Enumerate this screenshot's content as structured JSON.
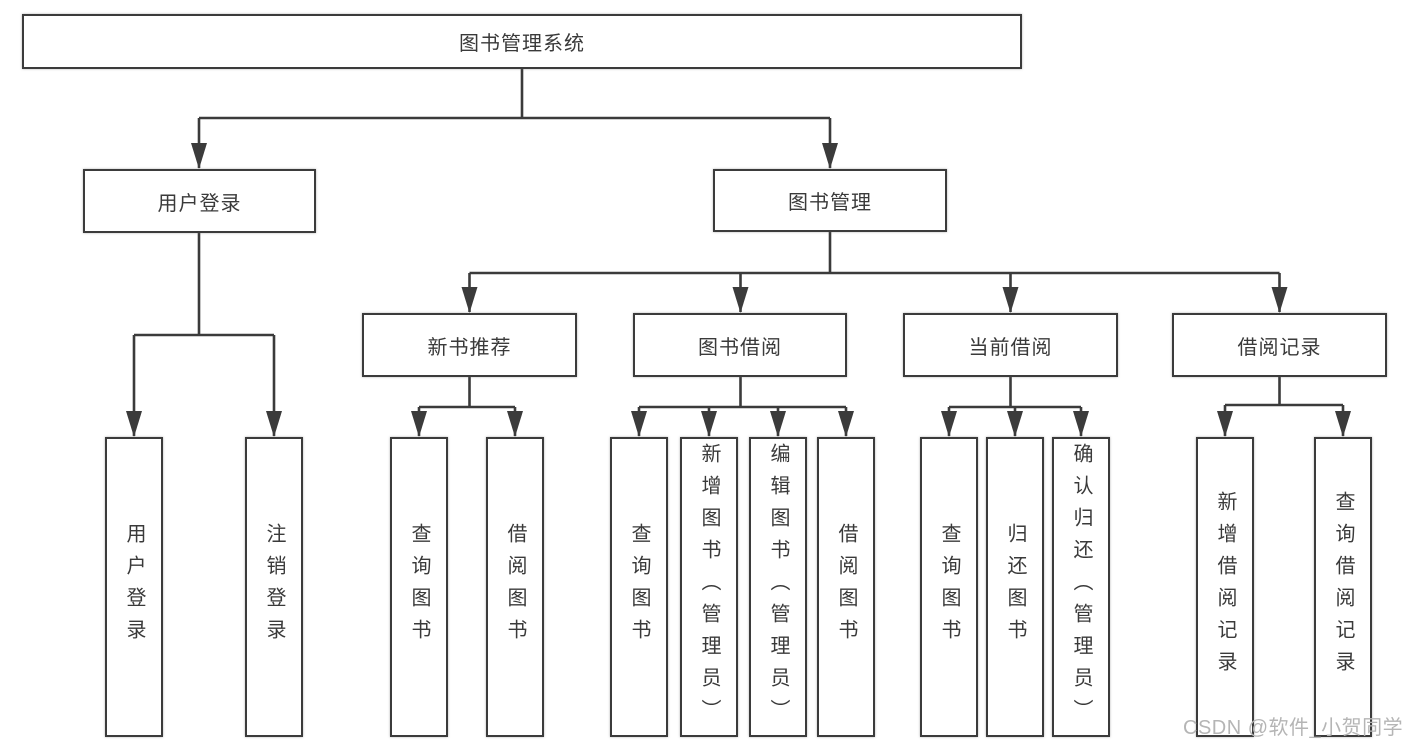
{
  "diagram": {
    "watermark": "CSDN @软件_小贺同学",
    "colors": {
      "border": "#3b3b3b",
      "text": "#3a3a3a",
      "line": "#3b3b3b",
      "watermark": "#b5b5b5",
      "background": "#ffffff"
    },
    "nodes": {
      "root": {
        "label": "图书管理系统"
      },
      "userLogin": {
        "label": "用户登录"
      },
      "bookMgmt": {
        "label": "图书管理"
      },
      "newBookRec": {
        "label": "新书推荐"
      },
      "bookBorrow": {
        "label": "图书借阅"
      },
      "currentBorrow": {
        "label": "当前借阅"
      },
      "borrowRecords": {
        "label": "借阅记录"
      },
      "leafUserLogin": {
        "label": "用户登录"
      },
      "leafLogout": {
        "label": "注销登录"
      },
      "leafQueryBook1": {
        "label": "查询图书"
      },
      "leafBorrowBook1": {
        "label": "借阅图书"
      },
      "leafQueryBook2": {
        "label": "查询图书"
      },
      "leafAddBook": {
        "label": "新增图书（管理员）"
      },
      "leafEditBook": {
        "label": "编辑图书（管理员）"
      },
      "leafBorrowBook2": {
        "label": "借阅图书"
      },
      "leafQueryBook3": {
        "label": "查询图书"
      },
      "leafReturnBook": {
        "label": "归还图书"
      },
      "leafConfirmReturn": {
        "label": "确认归还（管理员）"
      },
      "leafAddRecord": {
        "label": "新增借阅记录"
      },
      "leafQueryRecord": {
        "label": "查询借阅记录"
      }
    },
    "hierarchy": {
      "图书管理系统": [
        "用户登录",
        "图书管理"
      ],
      "用户登录": [
        "用户登录",
        "注销登录"
      ],
      "图书管理": [
        "新书推荐",
        "图书借阅",
        "当前借阅",
        "借阅记录"
      ],
      "新书推荐": [
        "查询图书",
        "借阅图书"
      ],
      "图书借阅": [
        "查询图书",
        "新增图书（管理员）",
        "编辑图书（管理员）",
        "借阅图书"
      ],
      "当前借阅": [
        "查询图书",
        "归还图书",
        "确认归还（管理员）"
      ],
      "借阅记录": [
        "新增借阅记录",
        "查询借阅记录"
      ]
    }
  }
}
